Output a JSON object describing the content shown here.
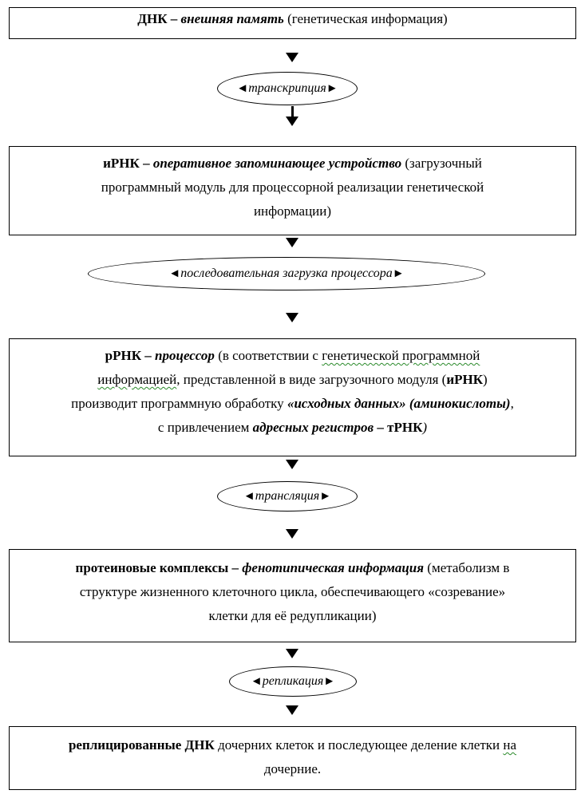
{
  "blocks": [
    {
      "lines": [
        [
          {
            "t": "ДНК – ",
            "b": true
          },
          {
            "t": "внешняя память",
            "b": true,
            "i": true
          },
          {
            "t": " (генетическая информация)"
          }
        ]
      ]
    },
    {
      "lines": [
        [
          {
            "t": "иРНК – ",
            "b": true
          },
          {
            "t": "оперативное запоминающее устройство",
            "b": true,
            "i": true
          },
          {
            "t": " (загрузочный"
          }
        ],
        [
          {
            "t": "программный модуль для процессорной реализации генетической"
          }
        ],
        [
          {
            "t": "информации)"
          }
        ]
      ]
    },
    {
      "lines": [
        [
          {
            "t": "рРНК – ",
            "b": true
          },
          {
            "t": "процессор",
            "b": true,
            "i": true
          },
          {
            "t": " (в соответствии с "
          },
          {
            "t": "генетической программной",
            "w": true
          }
        ],
        [
          {
            "t": "информацией",
            "w": true
          },
          {
            "t": ", представленной в виде загрузочного модуля ("
          },
          {
            "t": "иРНК",
            "b": true
          },
          {
            "t": ")"
          }
        ],
        [
          {
            "t": "производит программную обработку "
          },
          {
            "t": "«исходных данных» (аминокислоты)",
            "b": true,
            "i": true
          },
          {
            "t": ","
          }
        ],
        [
          {
            "t": "с привлечением "
          },
          {
            "t": "адресных регистров",
            "b": true,
            "i": true
          },
          {
            "t": " – тРНК",
            "b": true
          },
          {
            "t": ")",
            "i": true
          }
        ]
      ]
    },
    {
      "lines": [
        [
          {
            "t": "протеиновые комплексы – ",
            "b": true
          },
          {
            "t": "фенотипическая информация",
            "b": true,
            "i": true
          },
          {
            "t": " (метаболизм в"
          }
        ],
        [
          {
            "t": "структуре жизненного клеточного цикла, обеспечивающего «созревание»"
          }
        ],
        [
          {
            "t": "клетки для её редупликации)"
          }
        ]
      ]
    },
    {
      "lines": [
        [
          {
            "t": "реплицированные ДНК",
            "b": true
          },
          {
            "t": " дочерних клеток и последующее деление клетки "
          },
          {
            "t": "на",
            "w": true
          }
        ],
        [
          {
            "t": "дочерние."
          }
        ]
      ]
    }
  ],
  "processes": [
    {
      "label": "транскрипция",
      "left_glyph": "◄",
      "right_glyph": "►"
    },
    {
      "label": "последовательная загрузка процессора",
      "left_glyph": "◄",
      "right_glyph": "►"
    },
    {
      "label": "трансляция",
      "left_glyph": "◄",
      "right_glyph": "►"
    },
    {
      "label": "репликация",
      "left_glyph": "◄",
      "right_glyph": "►"
    }
  ]
}
